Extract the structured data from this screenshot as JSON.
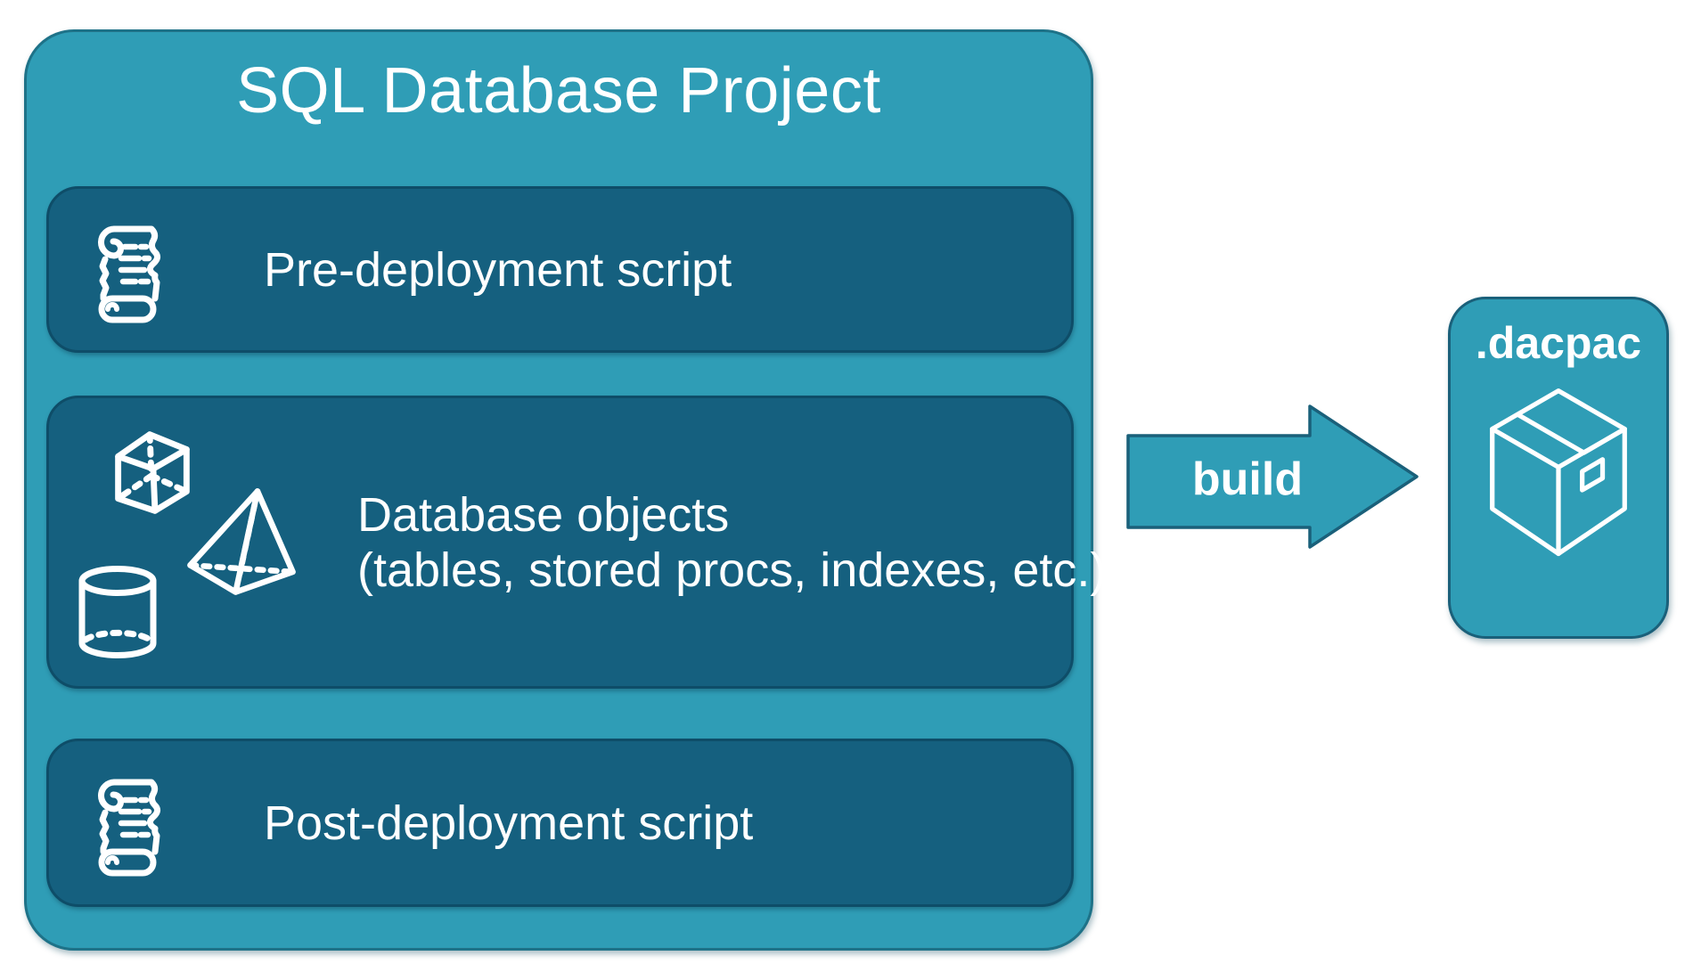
{
  "colors": {
    "background": "#FFFFFF",
    "panel_light": "#2F9DB6",
    "panel_light_border": "#1E7288",
    "panel_dark": "#15607F",
    "panel_dark_border": "#0E4D68",
    "arrow_fill": "#2F9DB6",
    "arrow_border": "#1A607A",
    "text_white": "#FFFFFF"
  },
  "diagram": {
    "project": {
      "title": "SQL Database Project",
      "rows": [
        {
          "icon": "scroll-icon",
          "label": "Pre-deployment script"
        },
        {
          "icon": "cube-pyramid-cylinder-icons",
          "label": "Database objects",
          "sublabel": "(tables, stored procs, indexes, etc.)"
        },
        {
          "icon": "scroll-icon",
          "label": "Post-deployment script"
        }
      ]
    },
    "build_arrow": {
      "label": "build"
    },
    "artifact": {
      "label": ".dacpac",
      "icon": "package-icon"
    }
  }
}
